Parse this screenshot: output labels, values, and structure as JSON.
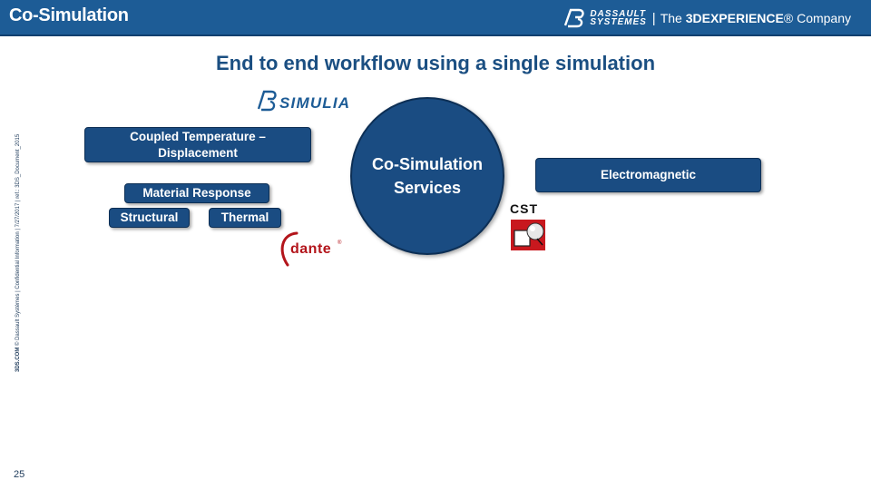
{
  "header": {
    "title": "Co-Simulation",
    "brand_ds_line1": "DASSAULT",
    "brand_ds_line2": "SYSTEMES",
    "brand_separator": "|",
    "brand_the": "The",
    "brand_3dx": "3DEXPERIENCE",
    "brand_company": "® Company"
  },
  "slide": {
    "title": "End to end workflow using a single simulation",
    "simulia_text": "SIMULIA",
    "boxes": {
      "coupled": "Coupled Temperature – Displacement",
      "material": "Material Response",
      "structural": "Structural",
      "thermal": "Thermal",
      "electromagnetic": "Electromagnetic"
    },
    "circle": {
      "line1": "Co-Simulation",
      "line2": "Services"
    },
    "dante_text": "dante",
    "dante_reg": "®",
    "cst_text": "CST"
  },
  "footer": {
    "side_bold": "3DS.COM",
    "side_rest": " © Dassault Systèmes | Confidential Information | 7/27/2017 | ref.: 3DS_Document_2015",
    "page_number": "25"
  },
  "colors": {
    "header_bg": "#1d5c96",
    "box_bg": "#1a4c82",
    "title": "#1b4f82",
    "dante_red": "#b3151b",
    "cst_red": "#c8181e"
  }
}
